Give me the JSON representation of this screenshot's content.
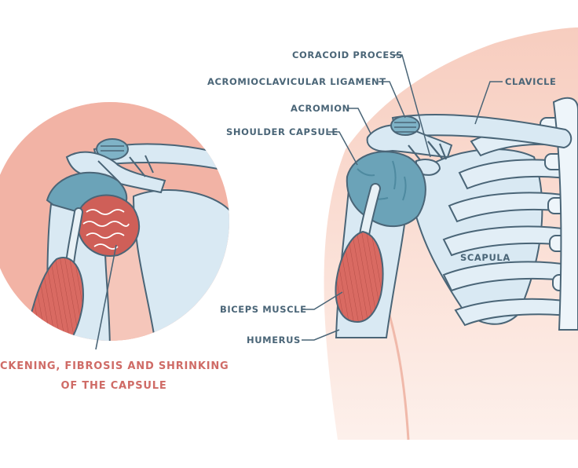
{
  "labels": {
    "coracoid_process": "CORACOID PROCESS",
    "acromioclavicular_ligament": "ACROMIOCLAVICULAR LIGAMENT",
    "clavicle": "CLAVICLE",
    "acromion": "ACROMION",
    "shoulder_capsule": "SHOULDER CAPSULE",
    "scapula": "SCAPULA",
    "biceps_muscle": "BICEPS MUSCLE",
    "humerus": "HUMERUS"
  },
  "caption": {
    "line1": "CKENING, FIBROSIS AND SHRINKING",
    "line2": "OF THE CAPSULE"
  },
  "colors": {
    "label_text": "#4a6577",
    "caption_text": "#cf6b66",
    "bone_fill": "#d9e9f3",
    "bone_stroke": "#4a6577",
    "muscle": "#d76a63",
    "capsule": "#6ba3b8",
    "skin_pink": "#f6c9bb",
    "skin_light": "#fdeae3",
    "zoom_bg": "#f0b1a5"
  }
}
